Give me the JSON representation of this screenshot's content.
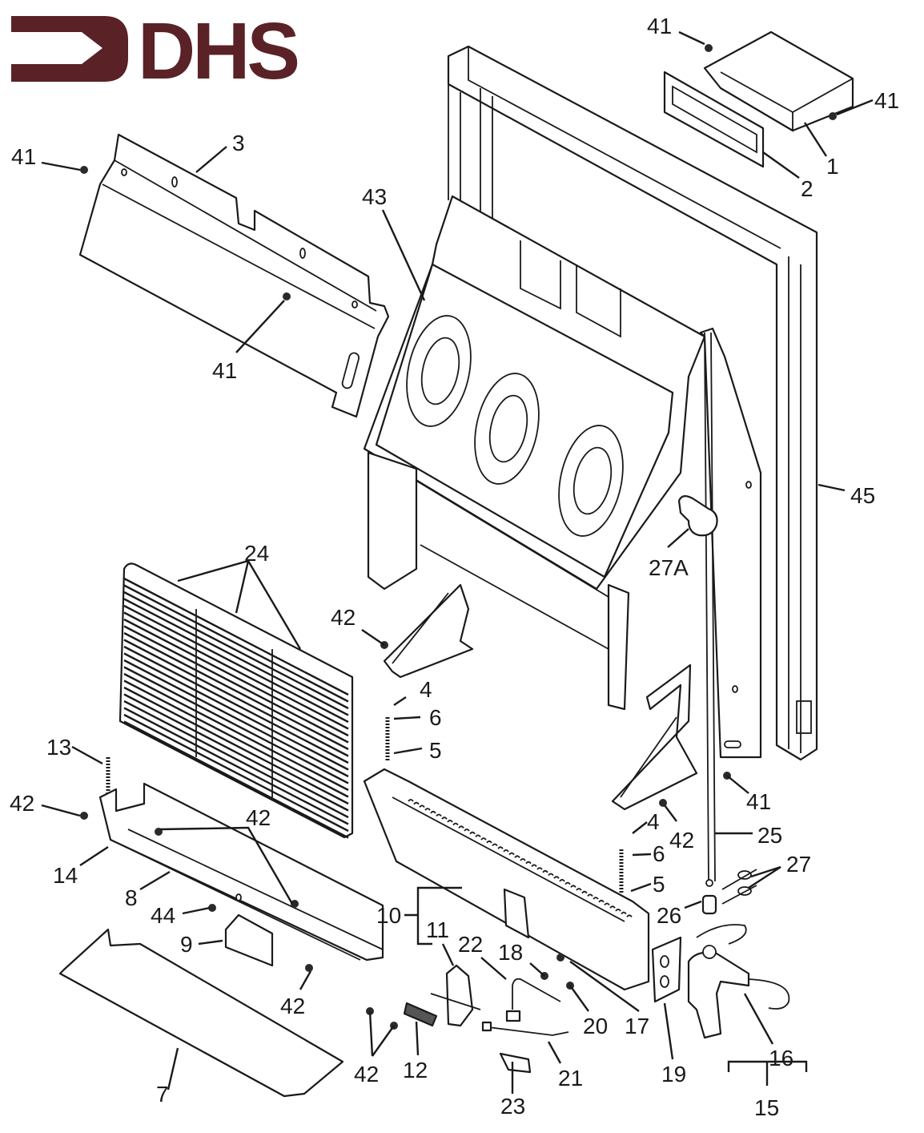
{
  "logo": {
    "text": "DHS",
    "color": "#5a2226"
  },
  "diagram": {
    "title": "Exploded parts diagram",
    "callouts": [
      {
        "id": "c41a",
        "label": "41"
      },
      {
        "id": "c41b",
        "label": "41"
      },
      {
        "id": "c1",
        "label": "1"
      },
      {
        "id": "c2",
        "label": "2"
      },
      {
        "id": "c41c",
        "label": "41"
      },
      {
        "id": "c3",
        "label": "3"
      },
      {
        "id": "c43",
        "label": "43"
      },
      {
        "id": "c41d",
        "label": "41"
      },
      {
        "id": "c45",
        "label": "45"
      },
      {
        "id": "c27A",
        "label": "27A"
      },
      {
        "id": "c24",
        "label": "24"
      },
      {
        "id": "c42a",
        "label": "42"
      },
      {
        "id": "c4a",
        "label": "4"
      },
      {
        "id": "c6a",
        "label": "6"
      },
      {
        "id": "c5a",
        "label": "5"
      },
      {
        "id": "c13",
        "label": "13"
      },
      {
        "id": "c42b",
        "label": "42"
      },
      {
        "id": "c42c",
        "label": "42"
      },
      {
        "id": "c14",
        "label": "14"
      },
      {
        "id": "c8",
        "label": "8"
      },
      {
        "id": "c44",
        "label": "44"
      },
      {
        "id": "c9",
        "label": "9"
      },
      {
        "id": "c42d",
        "label": "42"
      },
      {
        "id": "c7",
        "label": "7"
      },
      {
        "id": "c10",
        "label": "10"
      },
      {
        "id": "c11",
        "label": "11"
      },
      {
        "id": "c22",
        "label": "22"
      },
      {
        "id": "c18",
        "label": "18"
      },
      {
        "id": "c17",
        "label": "17"
      },
      {
        "id": "c20",
        "label": "20"
      },
      {
        "id": "c21",
        "label": "21"
      },
      {
        "id": "c12",
        "label": "12"
      },
      {
        "id": "c42e",
        "label": "42"
      },
      {
        "id": "c23",
        "label": "23"
      },
      {
        "id": "c41e",
        "label": "41"
      },
      {
        "id": "c4b",
        "label": "4"
      },
      {
        "id": "c42f",
        "label": "42"
      },
      {
        "id": "c25",
        "label": "25"
      },
      {
        "id": "c6b",
        "label": "6"
      },
      {
        "id": "c5b",
        "label": "5"
      },
      {
        "id": "c27",
        "label": "27"
      },
      {
        "id": "c26",
        "label": "26"
      },
      {
        "id": "c19",
        "label": "19"
      },
      {
        "id": "c16",
        "label": "16"
      },
      {
        "id": "c15",
        "label": "15"
      }
    ]
  }
}
